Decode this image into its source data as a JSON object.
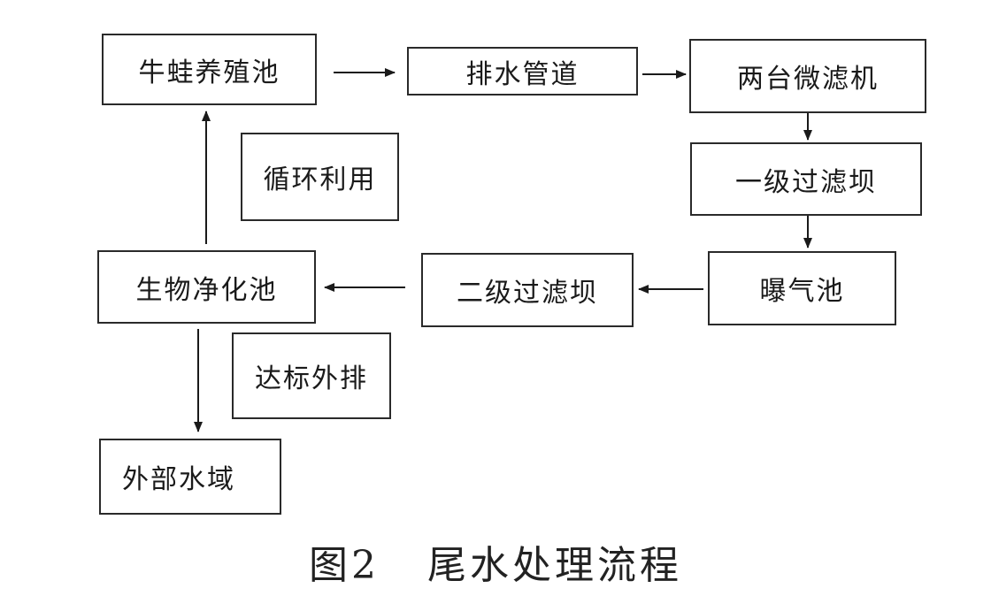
{
  "nodes": {
    "frog_pond": "牛蛙养殖池",
    "drain_pipe": "排水管道",
    "micro_filters": "两台微滤机",
    "filter_dam_1": "一级过滤坝",
    "aeration_pond": "曝气池",
    "filter_dam_2": "二级过滤坝",
    "bio_pond": "生物净化池",
    "recycle_note": "循环利用",
    "discharge_note": "达标外排",
    "outer_water": "外部水域"
  },
  "caption": {
    "figure_number": "图2",
    "title": "尾水处理流程"
  }
}
